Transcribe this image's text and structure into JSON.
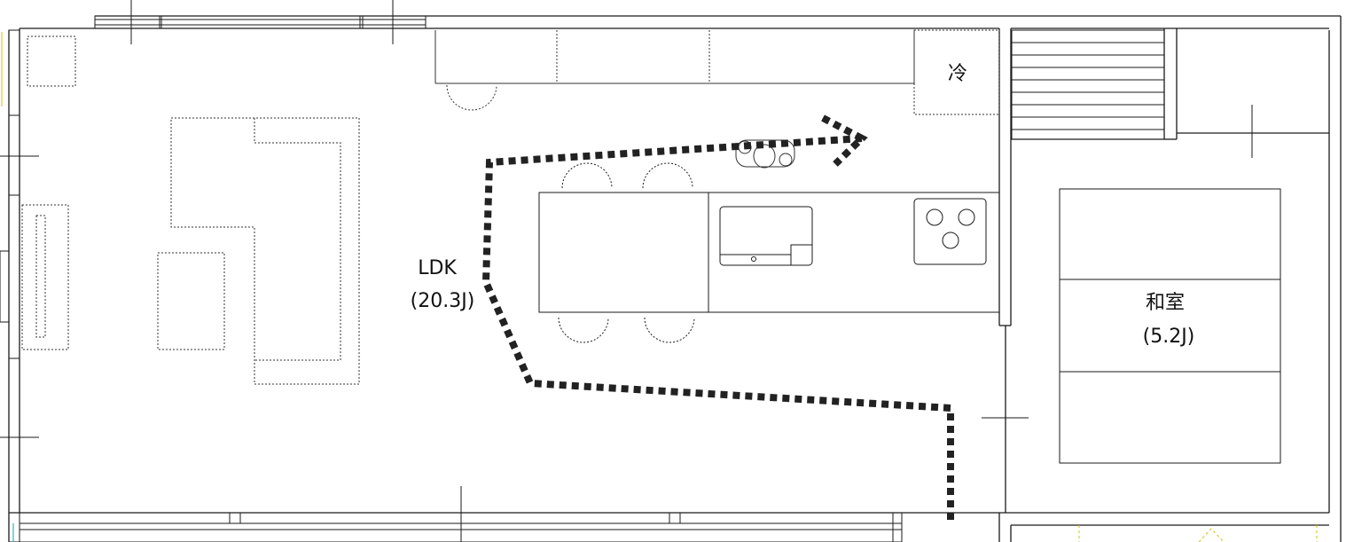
{
  "rooms": {
    "ldk": {
      "name": "LDK",
      "area": "(20.3J)"
    },
    "washitsu": {
      "name": "和室",
      "area": "(5.2J)"
    },
    "fridge": {
      "label": "冷"
    }
  },
  "colors": {
    "wall": "#1a1a1a",
    "furniture": "#333333",
    "path": "#222222",
    "background": "#ffffff",
    "accent_cyan": "#00a0c0",
    "accent_yellow": "#d4c200"
  },
  "icons": {
    "flow_path": "dotted-arrow-path",
    "kitchen_sink": "sink-icon",
    "stove": "stove-icon",
    "robot_cleaner": "robot-icon"
  }
}
